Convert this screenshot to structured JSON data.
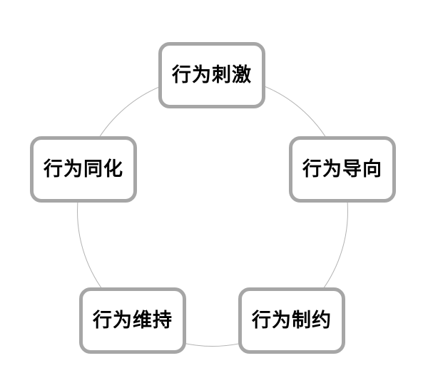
{
  "diagram": {
    "type": "cycle",
    "nodes": [
      {
        "id": "top",
        "position": "top",
        "label": "行为刺激"
      },
      {
        "id": "right",
        "position": "right",
        "label": "行为导向"
      },
      {
        "id": "bottom-right",
        "position": "bottom-right",
        "label": "行为制约"
      },
      {
        "id": "bottom-left",
        "position": "bottom-left",
        "label": "行为维持"
      },
      {
        "id": "left",
        "position": "left",
        "label": "行为同化"
      }
    ],
    "colors": {
      "node_border": "#a6a6a6",
      "node_fill": "#ffffff",
      "node_text": "#000000",
      "circle_stroke": "#b3b3b3",
      "background": "#ffffff"
    }
  }
}
